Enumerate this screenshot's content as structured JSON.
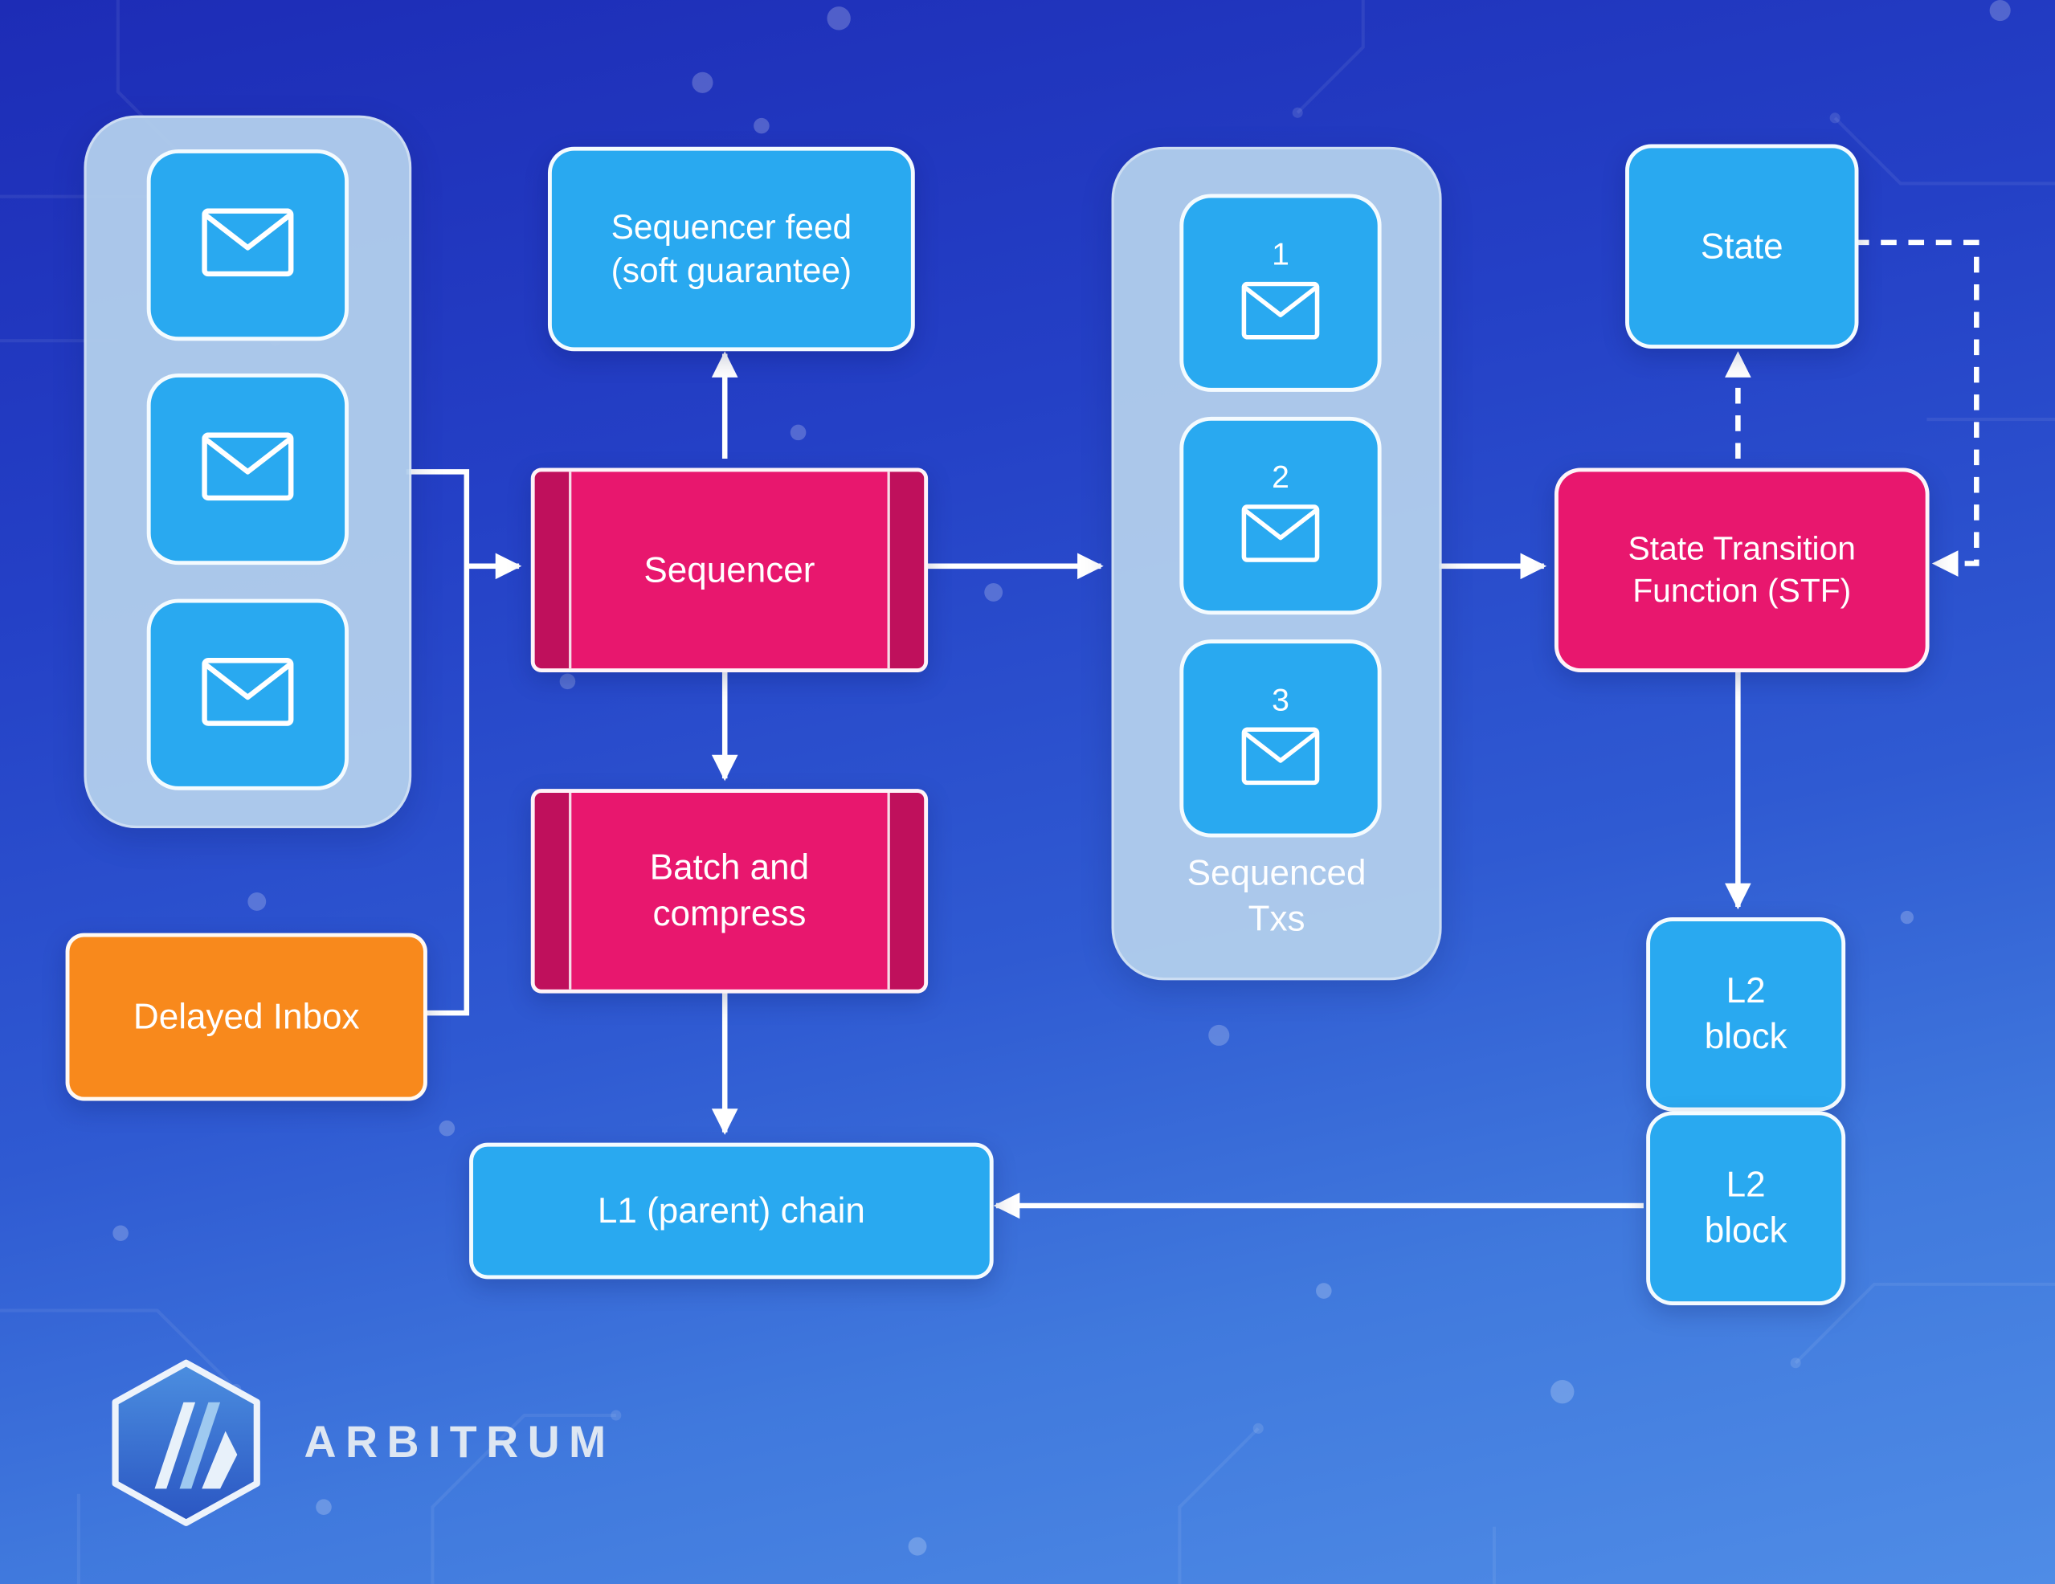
{
  "diagram": {
    "inbox_tray": {
      "icons": [
        "envelope-icon",
        "envelope-icon",
        "envelope-icon"
      ]
    },
    "sequencer_feed": {
      "label": "Sequencer feed (soft guarantee)"
    },
    "sequencer": {
      "label": "Sequencer"
    },
    "batch_compress": {
      "label": "Batch and compress"
    },
    "sequenced_txs": {
      "label": "Sequenced Txs",
      "items": [
        {
          "number": "1",
          "icon": "envelope-icon"
        },
        {
          "number": "2",
          "icon": "envelope-icon"
        },
        {
          "number": "3",
          "icon": "envelope-icon"
        }
      ]
    },
    "state": {
      "label": "State"
    },
    "stf": {
      "label": "State Transition Function (STF)"
    },
    "l2_blocks": [
      {
        "label": "L2 block"
      },
      {
        "label": "L2 block"
      }
    ],
    "l1_chain": {
      "label": "L1 (parent) chain"
    },
    "delayed_inbox": {
      "label": "Delayed Inbox"
    },
    "brand": {
      "name": "ARBITRUM",
      "logo": "arbitrum-logo"
    }
  },
  "colors": {
    "accent_blue": "#29a9f0",
    "magenta": "#e8176e",
    "orange": "#f8891c",
    "tray_light_blue": "#b2cfec",
    "background_top": "#1d2cb6",
    "background_bottom": "#4f8ce6",
    "line_white": "#ffffff"
  }
}
